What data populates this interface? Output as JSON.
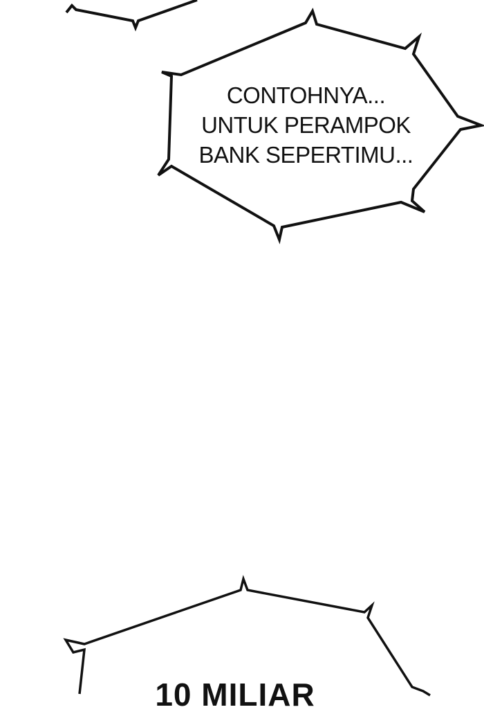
{
  "panel": {
    "background_color": "#ffffff",
    "outline_color": "#111111"
  },
  "bubbles": {
    "middle": {
      "lines": [
        "CONTOHNYA...",
        "UNTUK PERAMPOK",
        "BANK SEPERTIMU..."
      ]
    },
    "bottom": {
      "text": "10 MILIAR"
    }
  }
}
